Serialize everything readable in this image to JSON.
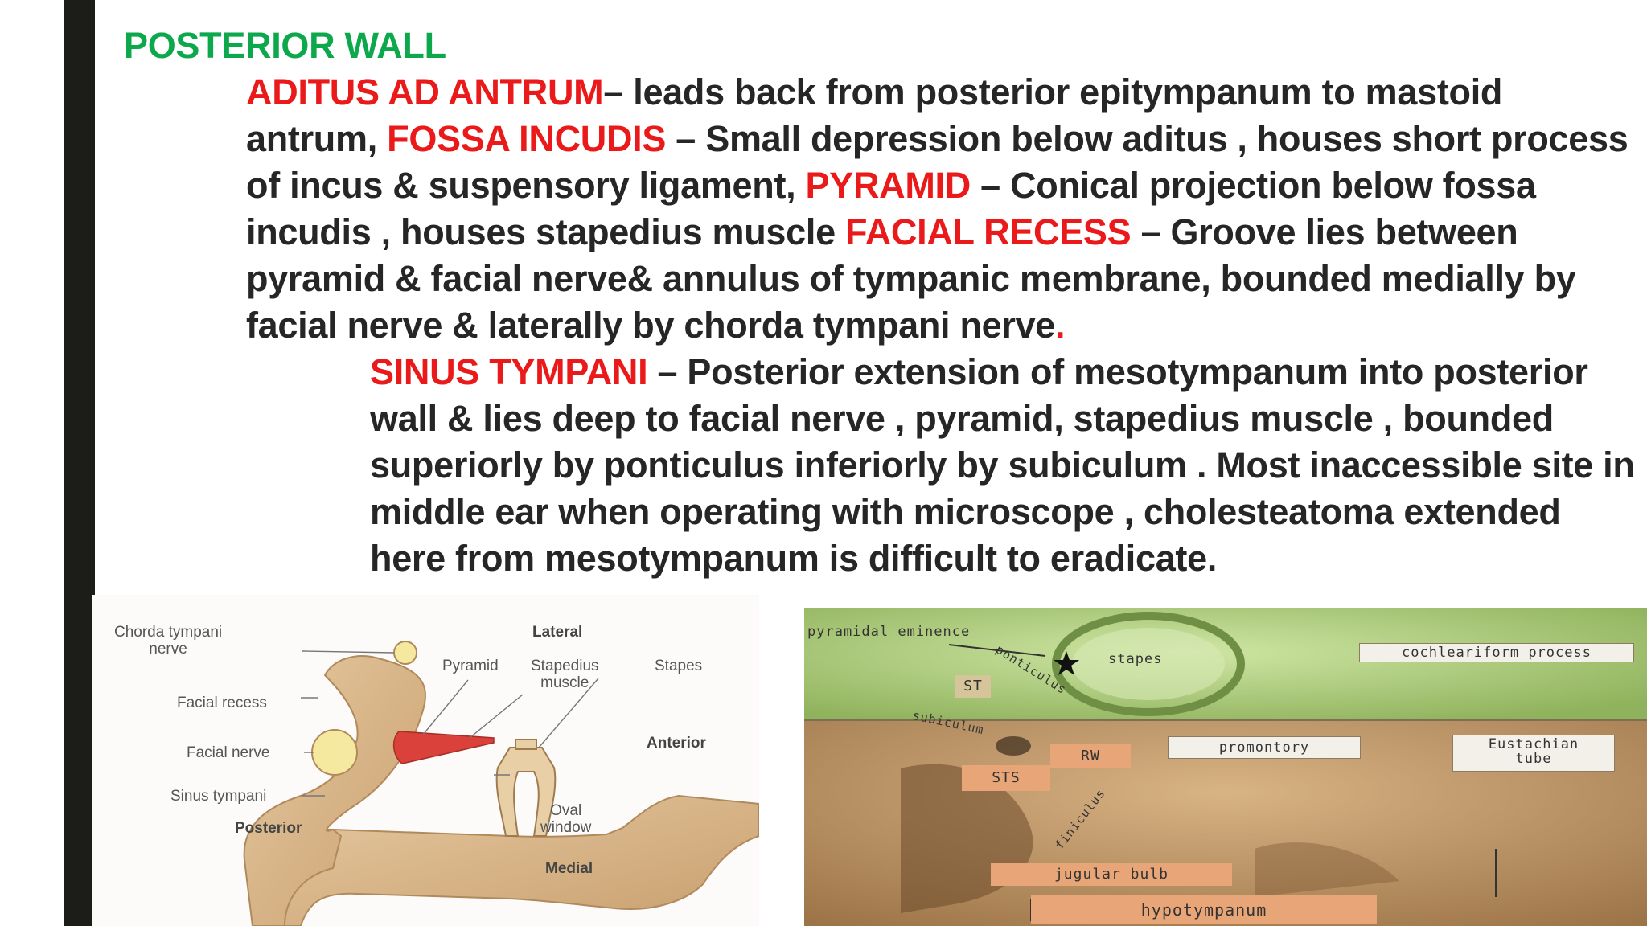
{
  "slide": {
    "heading": "POSTERIOR WALL",
    "p1": {
      "t1": "ADITUS AD ANTRUM",
      "s1": "– leads back from posterior epitympanum to mastoid antrum, ",
      "t2": "FOSSA INCUDIS",
      "s2": " – Small depression below aditus , houses short process of incus & suspensory ligament, ",
      "t3": "PYRAMID",
      "s3": " – Conical projection below fossa incudis , houses stapedius muscle ",
      "t4": "FACIAL RECESS",
      "s4": " – Groove lies between pyramid & facial nerve& annulus of tympanic membrane, bounded medially by facial nerve & laterally by chorda tympani nerve",
      "end": "."
    },
    "p2": {
      "t1": "SINUS TYMPANI",
      "s1": " – Posterior extension of mesotympanum into posterior wall & lies deep to facial nerve , pyramid, stapedius muscle , bounded superiorly by ponticulus inferiorly by subiculum . Most inaccessible site in middle ear when operating with microscope , cholesteatoma extended here from mesotympanum is difficult to eradicate."
    }
  },
  "diagram_left": {
    "chorda": "Chorda tympani\nnerve",
    "facial_recess": "Facial recess",
    "facial_nerve": "Facial nerve",
    "sinus_tympani": "Sinus tympani",
    "posterior": "Posterior",
    "lateral": "Lateral",
    "pyramid": "Pyramid",
    "stapedius": "Stapedius\nmuscle",
    "stapes": "Stapes",
    "anterior": "Anterior",
    "oval_window": "Oval\nwindow",
    "medial": "Medial"
  },
  "diagram_right": {
    "pyramidal_eminence": "pyramidal eminence",
    "stapes": "stapes",
    "cochleariform": "cochleariform process",
    "st": "ST",
    "ponticulus": "ponticulus",
    "subiculum": "subiculum",
    "rw": "RW",
    "promontory": "promontory",
    "eustachian": "Eustachian\ntube",
    "sts": "STS",
    "finiculus": "finiculus",
    "jugular_bulb": "jugular bulb",
    "hypotympanum": "hypotympanum"
  }
}
